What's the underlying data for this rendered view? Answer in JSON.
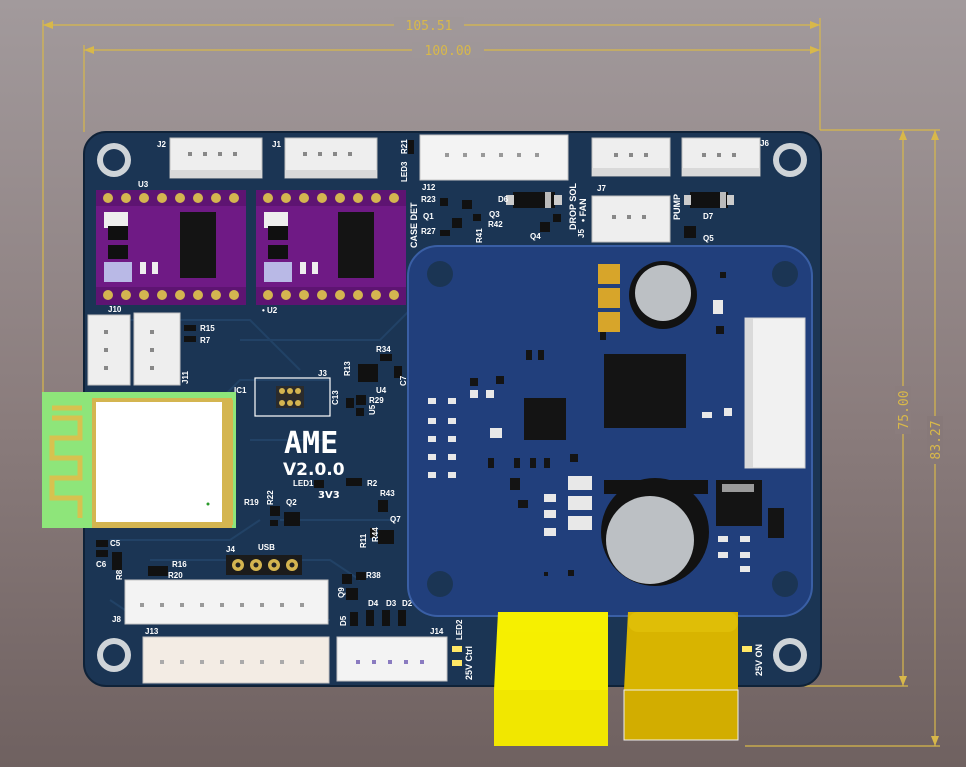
{
  "dimensions": {
    "outer_width": "105.51",
    "inner_width": "100.00",
    "inner_height": "75.00",
    "outer_height": "83.27"
  },
  "logo": {
    "brand": "AME",
    "version": "V2.0.0",
    "rail": "3V3",
    "usb": "USB"
  },
  "connectors": {
    "j1": "J1",
    "j2": "J2",
    "j3": "J3",
    "j4": "J4",
    "j5": "J5",
    "j6": "J6",
    "j7": "J7",
    "j8": "J8",
    "j10": "J10",
    "j11": "J11",
    "j12": "J12",
    "j13": "J13",
    "j14": "J14"
  },
  "side_labels": {
    "case_det": "CASE DET",
    "drop_sol": "DROP SOL",
    "fan": "• FAN",
    "pump": "PUMP",
    "v25_ctrl": "25V Ctrl",
    "v25_on": "25V ON"
  },
  "components": {
    "u2": "• U2",
    "u3": "U3",
    "u4": "U4",
    "u5": "U5",
    "ic1": "IC1",
    "q1": "Q1",
    "q2": "Q2",
    "q3": "Q3",
    "q4": "Q4",
    "q5": "Q5",
    "q7": "Q7",
    "q9": "Q9",
    "d2": "D2",
    "d3": "D3",
    "d4": "D4",
    "d5": "D5",
    "d6": "D6",
    "d7": "D7",
    "r2": "R2",
    "r7": "R7",
    "r8": "R8",
    "r11": "R11",
    "r13": "R13",
    "r15": "R15",
    "r16": "R16",
    "r19": "R19",
    "r20": "R20",
    "r21": "R21",
    "r22": "R22",
    "r23": "R23",
    "r27": "R27",
    "r29": "R29",
    "r34": "R34",
    "r38": "R38",
    "r41": "R41",
    "r42": "R42",
    "r43": "R43",
    "r44": "R44",
    "c5": "C5",
    "c6": "C6",
    "c7": "C7",
    "c13": "C13",
    "led1": "LED1",
    "led2": "LED2",
    "led3": "LED3"
  }
}
